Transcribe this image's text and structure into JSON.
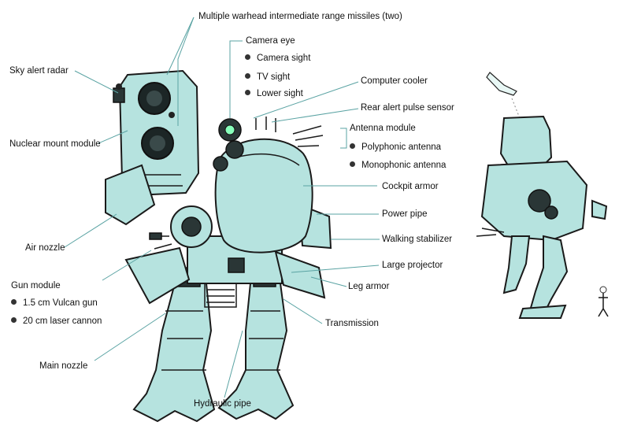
{
  "labels": {
    "missiles": "Multiple warhead intermediate range missiles (two)",
    "camera_eye": "Camera eye",
    "camera_sight": "Camera sight",
    "tv_sight": "TV sight",
    "lower_sight": "Lower sight",
    "sky_alert_radar": "Sky alert radar",
    "computer_cooler": "Computer cooler",
    "rear_alert_pulse_sensor": "Rear alert pulse sensor",
    "antenna_module": "Antenna module",
    "polyphonic_antenna": "Polyphonic antenna",
    "monophonic_antenna": "Monophonic antenna",
    "nuclear_mount_module": "Nuclear mount module",
    "cockpit_armor": "Cockpit armor",
    "power_pipe": "Power pipe",
    "walking_stabilizer": "Walking stabilizer",
    "air_nozzle": "Air nozzle",
    "large_projector": "Large projector",
    "gun_module": "Gun module",
    "vulcan_gun": "1.5 cm Vulcan gun",
    "laser_cannon": "20 cm laser cannon",
    "leg_armor": "Leg armor",
    "transmission": "Transmission",
    "main_nozzle": "Main nozzle",
    "hydraulic_pipe": "Hydraulic pipe"
  },
  "colors": {
    "body": "#b6e3df",
    "leader_line": "#5aa3a3",
    "ink": "#1a1a1a"
  }
}
